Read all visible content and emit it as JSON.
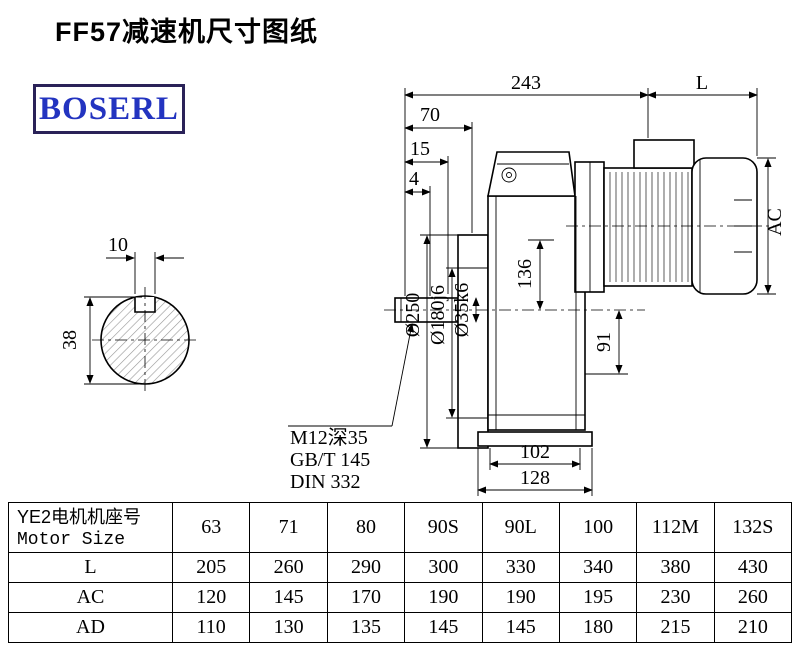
{
  "page": {
    "title": "FF57减速机尺寸图纸",
    "logo": "BOSERL"
  },
  "drawing": {
    "dims": {
      "d243": "243",
      "dL": "L",
      "d70": "70",
      "d15": "15",
      "d4": "4",
      "d10": "10",
      "d38": "38",
      "d250": "Ø250",
      "d180": "Ø180j6",
      "d35": "Ø35k6",
      "d136": "136",
      "d91": "91",
      "d102": "102",
      "d128": "128",
      "dAC": "AC"
    },
    "notes": [
      "M12深35",
      "GB/T 145",
      "DIN 332"
    ]
  },
  "table": {
    "header_col": [
      "YE2电机机座号",
      "Motor Size"
    ],
    "columns": [
      "63",
      "71",
      "80",
      "90S",
      "90L",
      "100",
      "112M",
      "132S"
    ],
    "rows": [
      {
        "label": "L",
        "values": [
          "205",
          "260",
          "290",
          "300",
          "330",
          "340",
          "380",
          "430"
        ]
      },
      {
        "label": "AC",
        "values": [
          "120",
          "145",
          "170",
          "190",
          "190",
          "195",
          "230",
          "260"
        ]
      },
      {
        "label": "AD",
        "values": [
          "110",
          "130",
          "135",
          "145",
          "145",
          "180",
          "215",
          "210"
        ]
      }
    ]
  }
}
